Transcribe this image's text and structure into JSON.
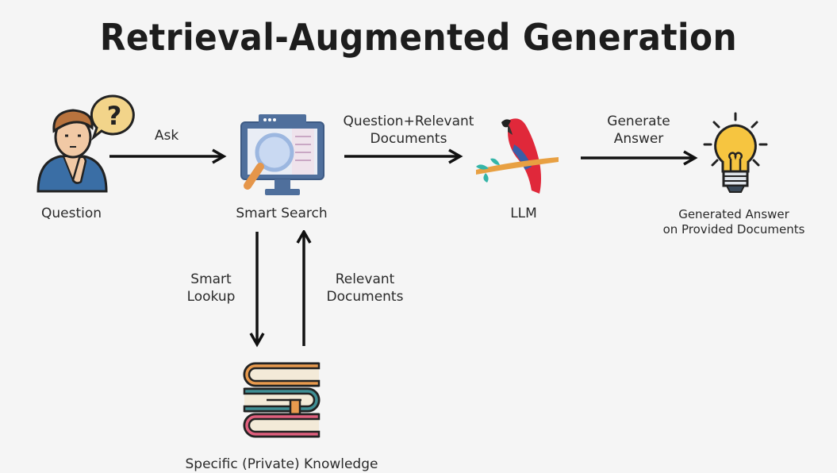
{
  "title": "Retrieval-Augmented Generation",
  "nodes": {
    "question": {
      "label": "Question",
      "icon": "person-thinking-icon"
    },
    "smart_search": {
      "label": "Smart Search",
      "icon": "monitor-search-icon"
    },
    "llm": {
      "label": "LLM",
      "icon": "parrot-icon"
    },
    "answer": {
      "label_line1": "Generated Answer",
      "label_line2": "on Provided Documents",
      "icon": "lightbulb-icon"
    },
    "knowledge": {
      "label": "Specific (Private) Knowledge",
      "icon": "books-icon"
    }
  },
  "edges": {
    "ask": {
      "label": "Ask"
    },
    "question_docs": {
      "line1": "Question+Relevant",
      "line2": "Documents"
    },
    "generate": {
      "line1": "Generate",
      "line2": "Answer"
    },
    "lookup": {
      "line1": "Smart",
      "line2": "Lookup"
    },
    "relevant": {
      "line1": "Relevant",
      "line2": "Documents"
    }
  },
  "colors": {
    "background": "#f5f5f5",
    "arrow": "#111111",
    "shirt": "#3a6ea5",
    "parrot": "#e0283a",
    "bulb": "#f6c540",
    "book_orange": "#e89a4e",
    "book_teal": "#3f8f95",
    "book_pink": "#e0607e"
  }
}
